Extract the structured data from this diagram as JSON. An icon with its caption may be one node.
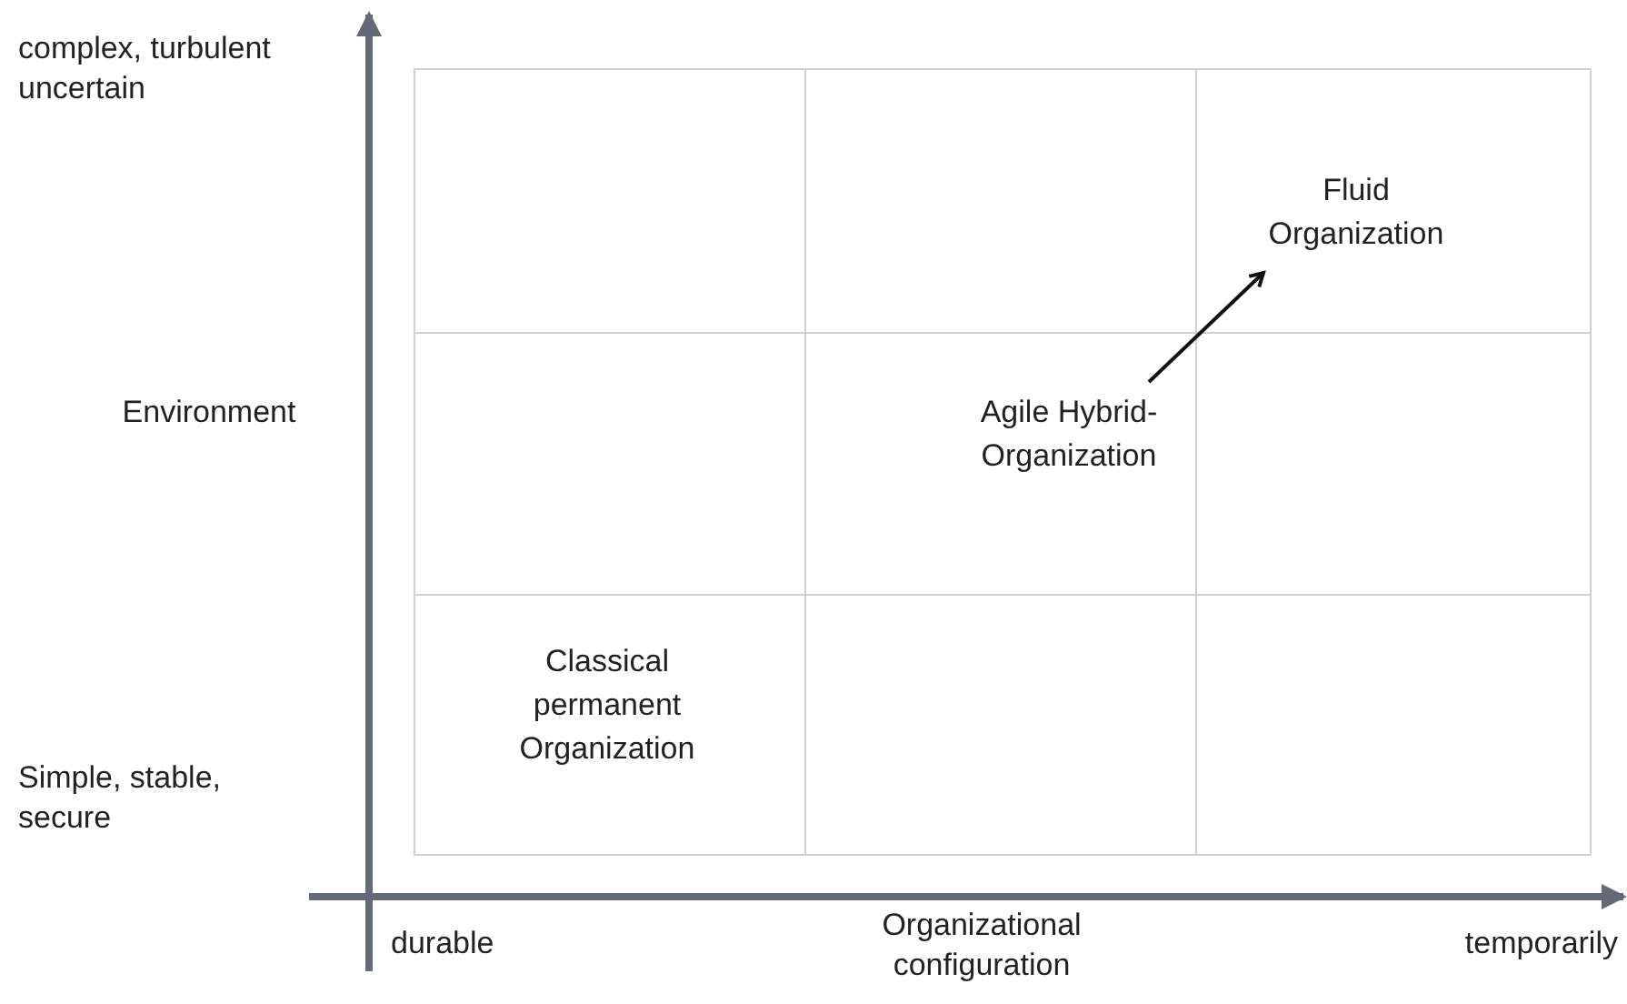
{
  "diagram": {
    "nodes": [
      {
        "text": [
          "Fluid Organization"
        ]
      },
      {
        "text": [
          "Agile Hybrid-Organization"
        ]
      },
      {
        "text": [
          "Classical permanent Organization"
        ]
      }
    ],
    "edges": [
      {
        "from": 1,
        "to": 0,
        "arrow": "to"
      }
    ],
    "labels": [
      "complex, turbulent uncertain",
      "Environment",
      "Simple, stable, secure",
      "durable",
      "Organizational configuration",
      "temporarily"
    ]
  }
}
